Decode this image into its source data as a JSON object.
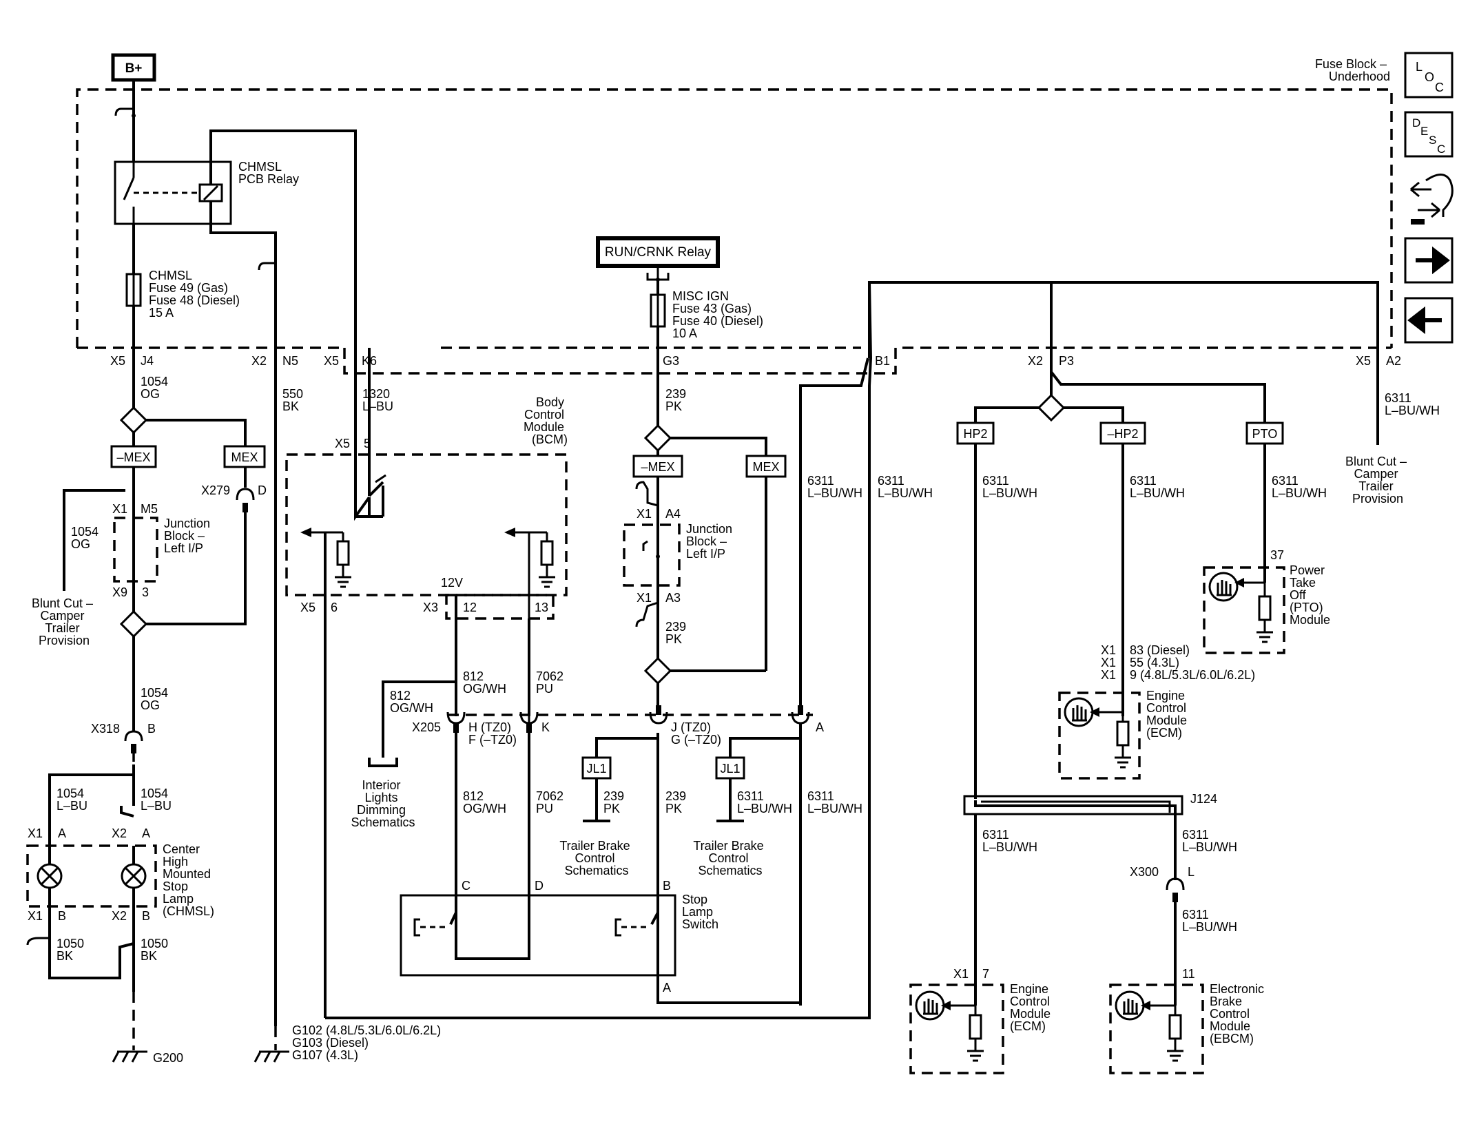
{
  "battery": "B+",
  "fuse_block": [
    "Fuse Block –",
    "Underhood"
  ],
  "nav": {
    "loc": {
      "l1": "L",
      "l2": "O",
      "l3": "C"
    },
    "desc": {
      "l1": "D",
      "l2": "E",
      "l3": "S",
      "l4": "C"
    },
    "schematic_icon": "schematic-connector-icon",
    "next_icon": "arrow-right-icon",
    "prev_icon": "arrow-left-icon"
  },
  "chmsl_relay": [
    "CHMSL",
    "PCB Relay"
  ],
  "chmsl_fuse": [
    "CHMSL",
    "Fuse 49 (Gas)",
    "Fuse 48 (Diesel)",
    "15 A"
  ],
  "run_crnk_relay": "RUN/CRNK Relay",
  "misc_ign_fuse": [
    "MISC IGN",
    "Fuse 43 (Gas)",
    "Fuse 40 (Diesel)",
    "10 A"
  ],
  "pins_top": {
    "x5_a": "X5",
    "j4": "J4",
    "x2_a": "X2",
    "n5": "N5",
    "x5_b": "X5",
    "k6": "K6",
    "g3": "G3",
    "b1": "B1",
    "x2_b": "X2",
    "p3": "P3",
    "x5_c": "X5",
    "a2": "A2"
  },
  "wires": {
    "w1054_og_a": [
      "1054",
      "OG"
    ],
    "w1054_og_b": [
      "1054",
      "OG"
    ],
    "w1054_og_c": [
      "1054",
      "OG"
    ],
    "w550_bk": [
      "550",
      "BK"
    ],
    "w1320_lbu": [
      "1320",
      "L–BU"
    ],
    "w239_pk_a": [
      "239",
      "PK"
    ],
    "w239_pk_b": [
      "239",
      "PK"
    ],
    "w239_pk_c": [
      "239",
      "PK"
    ],
    "w239_pk_d": [
      "239",
      "PK"
    ],
    "w6311_a": [
      "6311",
      "L–BU/WH"
    ],
    "w6311_b": [
      "6311",
      "L–BU/WH"
    ],
    "w6311_c": [
      "6311",
      "L–BU/WH"
    ],
    "w6311_d": [
      "6311",
      "L–BU/WH"
    ],
    "w6311_e": [
      "6311",
      "L–BU/WH"
    ],
    "w6311_f": [
      "6311",
      "L–BU/WH"
    ],
    "w6311_g": [
      "6311",
      "L–BU/WH"
    ],
    "w6311_h": [
      "6311",
      "L–BU/WH"
    ],
    "w6311_i": [
      "6311",
      "L–BU/WH"
    ],
    "w6311_j": [
      "6311",
      "L–BU/WH"
    ],
    "w6311_k": [
      "6311",
      "L–BU/WH"
    ],
    "w812_a": [
      "812",
      "OG/WH"
    ],
    "w812_b": [
      "812",
      "OG/WH"
    ],
    "w812_c": [
      "812",
      "OG/WH"
    ],
    "w7062_a": [
      "7062",
      "PU"
    ],
    "w7062_b": [
      "7062",
      "PU"
    ],
    "w1054_lbu_a": [
      "1054",
      "L–BU"
    ],
    "w1054_lbu_b": [
      "1054",
      "L–BU"
    ],
    "w1050_bk_a": [
      "1050",
      "BK"
    ],
    "w1050_bk_b": [
      "1050",
      "BK"
    ]
  },
  "options": {
    "mex": "MEX",
    "not_mex": "–MEX",
    "hp2": "HP2",
    "not_hp2": "–HP2",
    "pto": "PTO",
    "jl1": "JL1"
  },
  "bcm": {
    "name": [
      "Body",
      "Control",
      "Module",
      "(BCM)"
    ],
    "x5": "X5",
    "p5": "5",
    "x5b": "X5",
    "p6": "6",
    "x3": "X3",
    "p12": "12",
    "p13": "13",
    "v12": "12V"
  },
  "junction_block_left": {
    "name": [
      "Junction",
      "Block –",
      "Left I/P"
    ],
    "x1": "X1",
    "m5": "M5",
    "x9": "X9",
    "p3": "3"
  },
  "junction_block_center": {
    "name": [
      "Junction",
      "Block –",
      "Left I/P"
    ],
    "x1a": "X1",
    "a4": "A4",
    "x1b": "X1",
    "a3": "A3"
  },
  "blunt_cut_left": [
    "Blunt Cut –",
    "Camper",
    "Trailer",
    "Provision"
  ],
  "blunt_cut_right": [
    "Blunt Cut –",
    "Camper",
    "Trailer",
    "Provision"
  ],
  "x279": {
    "name": "X279",
    "pin": "D"
  },
  "x318": {
    "name": "X318",
    "pin": "B"
  },
  "x205": {
    "name": "X205",
    "h": "H (TZ0)",
    "f": "F (–TZ0)",
    "k": "K",
    "j": "J (TZ0)",
    "g": "G (–TZ0)",
    "a": "A"
  },
  "interior_lights": [
    "Interior",
    "Lights",
    "Dimming",
    "Schematics"
  ],
  "trailer_brake_a": [
    "Trailer Brake",
    "Control",
    "Schematics"
  ],
  "trailer_brake_b": [
    "Trailer Brake",
    "Control",
    "Schematics"
  ],
  "stop_lamp_switch": {
    "name": [
      "Stop",
      "Lamp",
      "Switch"
    ],
    "c": "C",
    "d": "D",
    "b": "B",
    "a": "A"
  },
  "chmsl_lamp": {
    "name": [
      "Center",
      "High",
      "Mounted",
      "Stop",
      "Lamp",
      "(CHMSL)"
    ],
    "x1a": "X1",
    "a1": "A",
    "x2a": "X2",
    "a2": "A",
    "x1b": "X1",
    "b1": "B",
    "x2b": "X2",
    "b2": "B"
  },
  "grounds": {
    "g200": "G200",
    "g102": "G102 (4.8L/5.3L/6.0L/6.2L)",
    "g103": "G103 (Diesel)",
    "g107": "G107 (4.3L)"
  },
  "pto_module": {
    "name": [
      "Power",
      "Take",
      "Off",
      "(PTO)",
      "Module"
    ],
    "pin": "37"
  },
  "ecm_top": {
    "name": [
      "Engine",
      "Control",
      "Module",
      "(ECM)"
    ],
    "x1a": "X1",
    "p83": "83 (Diesel)",
    "x1b": "X1",
    "p55": "55 (4.3L)",
    "x1c": "X1",
    "p9": "9 (4.8L/5.3L/6.0L/6.2L)"
  },
  "ecm_bottom": {
    "name": [
      "Engine",
      "Control",
      "Module",
      "(ECM)"
    ],
    "x1": "X1",
    "pin": "7"
  },
  "ebcm": {
    "name": [
      "Electronic",
      "Brake",
      "Control",
      "Module",
      "(EBCM)"
    ],
    "pin": "11"
  },
  "j124": "J124",
  "x300": {
    "name": "X300",
    "pin": "L"
  }
}
